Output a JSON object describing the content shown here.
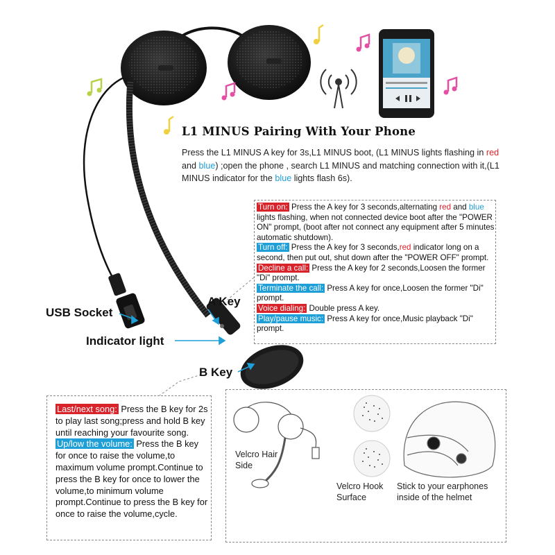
{
  "title": "L1 MINUS Pairing With Your Phone",
  "intro": {
    "p1": "Press the L1 MINUS A key for 3s,L1 MINUS boot, (L1 MINUS lights flashing in ",
    "red_word": "red",
    "and": " and ",
    "blue_word": "blue",
    "p2": ") ;open the phone , search L1 MINUS and matching connection with it,(L1 MINUS indicator for the ",
    "blue_word2": "blue",
    "p3": " lights flash 6s)."
  },
  "labels": {
    "usb_socket": "USB Socket",
    "a_key": "A Key",
    "indicator_light": "Indicator light",
    "b_key": "B Key"
  },
  "a_key_functions": {
    "turn_on_tag": "Turn on:",
    "turn_on_1": " Press the A key for 3 seconds,alternating ",
    "turn_on_red": "red",
    "turn_on_and": " and ",
    "turn_on_blue": "blue",
    "turn_on_2": " lights flashing, when not connected device boot after the \"POWER ON\" prompt, (boot after not connect any equipment after 5 minutes automatic shutdown).",
    "turn_off_tag": "Turn off:",
    "turn_off_1": " Press the A key for 3 seconds,",
    "turn_off_red": "red",
    "turn_off_2": " indicator long on a second, then put out, shut down after the \"POWER OFF\" prompt.",
    "decline_tag": "Decline a call:",
    "decline_text": " Press  the  A  key for 2 seconds,Loosen the former \"Di\" prompt.",
    "terminate_tag": "Terminate the call:",
    "terminate_text": " Press A key for once,Loosen the former \"Di\" prompt.",
    "voice_tag": "Voice  dialing:",
    "voice_text": "  Double press A key.",
    "play_tag": "Play/pause music:",
    "play_text": " Press A key for once,Music playback \"Di\" prompt."
  },
  "b_key_functions": {
    "last_tag": "Last/next song:",
    "last_text": " Press the B key for 2s to play last song;press and hold B key until reaching your favourite song.",
    "volume_tag": "Up/low the volume:",
    "volume_text": " Press the B key for once to raise the volume,to maximum volume prompt.Continue to press the B key for once to lower the volume,to minimum volume prompt.Continue to press the B key for once to raise the volume,cycle."
  },
  "install": {
    "velcro_hair": "Velcro Hair Side",
    "velcro_hook": "Velcro Hook Surface",
    "stick": "Stick to your earphones inside of the helmet"
  },
  "colors": {
    "red": "#d9232a",
    "blue": "#1e9fd8",
    "music_green": "#b7d24a",
    "music_pink": "#e34fa3",
    "music_yellow": "#f0d040"
  }
}
